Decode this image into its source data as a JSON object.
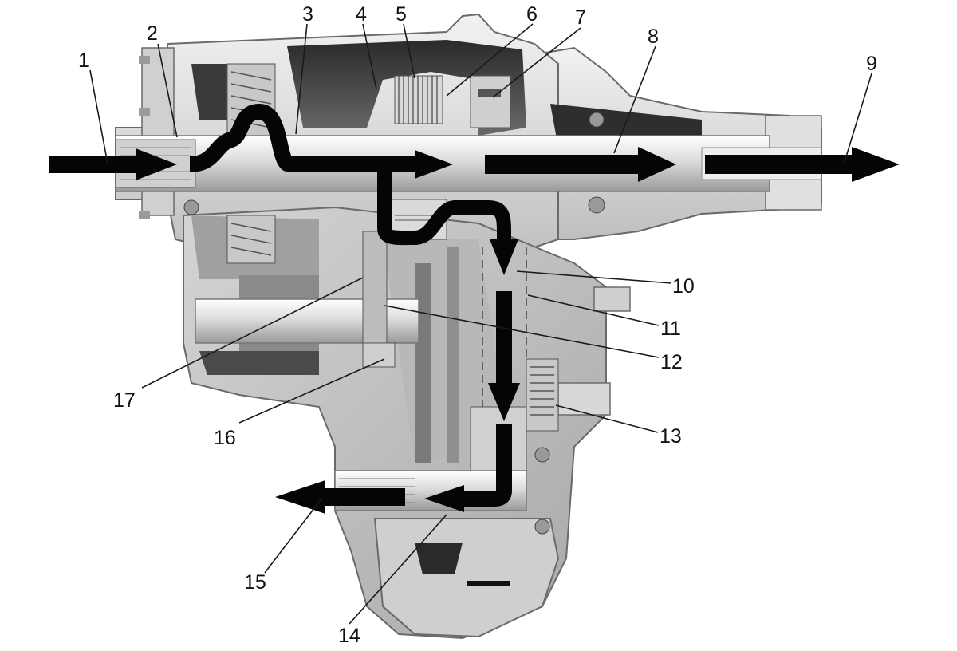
{
  "diagram": {
    "callouts": [
      {
        "id": "1",
        "label": "1"
      },
      {
        "id": "2",
        "label": "2"
      },
      {
        "id": "3",
        "label": "3"
      },
      {
        "id": "4",
        "label": "4"
      },
      {
        "id": "5",
        "label": "5"
      },
      {
        "id": "6",
        "label": "6"
      },
      {
        "id": "7",
        "label": "7"
      },
      {
        "id": "8",
        "label": "8"
      },
      {
        "id": "9",
        "label": "9"
      },
      {
        "id": "10",
        "label": "10"
      },
      {
        "id": "11",
        "label": "11"
      },
      {
        "id": "12",
        "label": "12"
      },
      {
        "id": "13",
        "label": "13"
      },
      {
        "id": "14",
        "label": "14"
      },
      {
        "id": "15",
        "label": "15"
      },
      {
        "id": "16",
        "label": "16"
      },
      {
        "id": "17",
        "label": "17"
      }
    ],
    "colors": {
      "housing_light": "#e6e6e6",
      "housing_mid": "#bdbdbd",
      "housing_dark": "#5a5a5a",
      "flow_arrow": "#050505"
    }
  }
}
